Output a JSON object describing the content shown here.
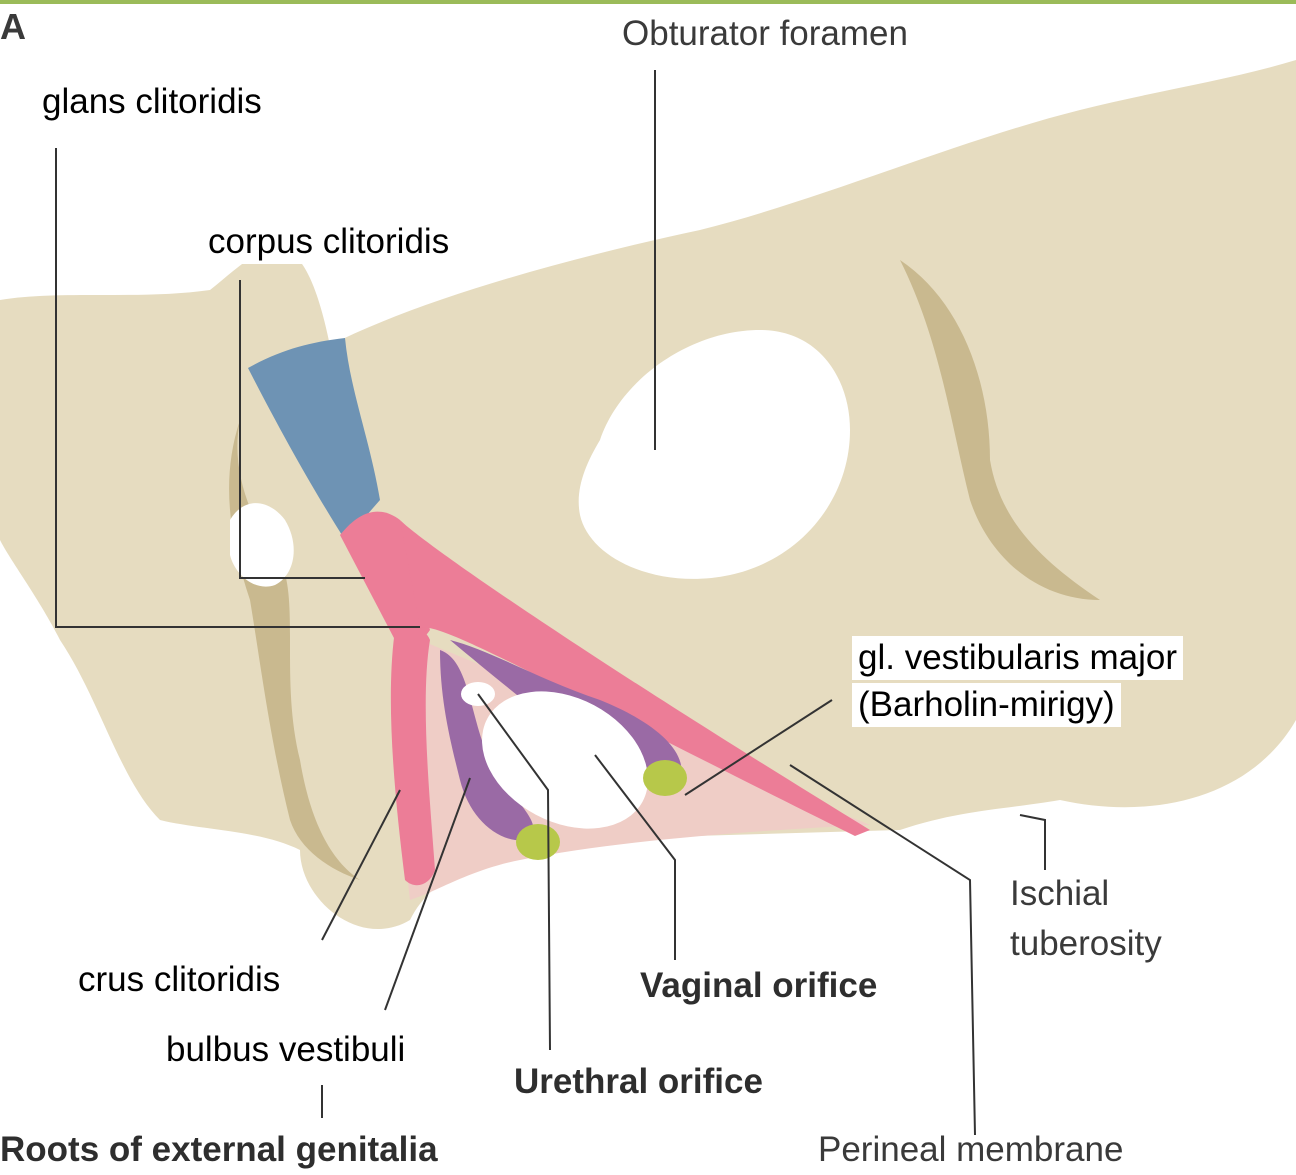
{
  "figure_letter": "A",
  "colors": {
    "top_border": "#9bbb59",
    "bone": "#e6dcc0",
    "bone_shadow": "#c9b98f",
    "ligament_blue": "#6e93b4",
    "crus_pink": "#ec7d97",
    "bulb_purple": "#9a6aa5",
    "gland_green": "#b7c84a",
    "membrane": "#efcdc6",
    "leader": "#333333"
  },
  "labels": {
    "obturator_foramen": "Obturator foramen",
    "glans_clitoridis": "glans clitoridis",
    "corpus_clitoridis": "corpus clitoridis",
    "gl_vestibularis_line1": "gl. vestibularis major",
    "gl_vestibularis_line2": "(Barholin-mirigy)",
    "crus_clitoridis": "crus clitoridis",
    "bulbus_vestibuli": "bulbus vestibuli",
    "vaginal_orifice": "Vaginal orifice",
    "urethral_orifice": "Urethral orifice",
    "ischial_line1": "Ischial",
    "ischial_line2": "tuberosity",
    "roots_external_genitalia": "Roots of external genitalia",
    "perineal_membrane": "Perineal membrane"
  }
}
